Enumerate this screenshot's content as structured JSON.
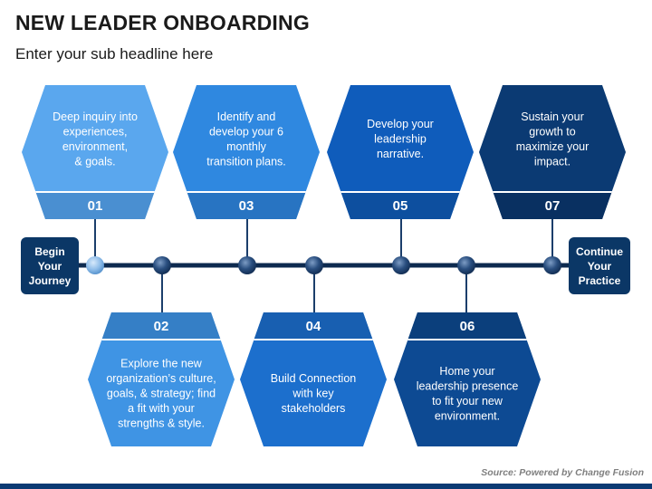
{
  "title": "NEW LEADER ONBOARDING",
  "subtitle": "Enter your sub headline here",
  "start": [
    "Begin",
    "Your",
    "Journey"
  ],
  "end": [
    "Continue",
    "Your",
    "Practice"
  ],
  "steps": [
    {
      "num": "01",
      "lines": [
        "Deep inquiry into",
        "experiences,",
        "environment,",
        "& goals."
      ],
      "position": "top",
      "body_color": "#5aa7ee",
      "tab_color": "#4a8fd1"
    },
    {
      "num": "02",
      "lines": [
        "Explore the new",
        "organization’s culture,",
        "goals, & strategy; find",
        "a fit with your",
        "strengths & style."
      ],
      "position": "bottom",
      "body_color": "#3f94e4",
      "tab_color": "#357fc6"
    },
    {
      "num": "03",
      "lines": [
        "Identify and",
        "develop your 6",
        "monthly",
        "transition plans."
      ],
      "position": "top",
      "body_color": "#2f88e0",
      "tab_color": "#2874c2"
    },
    {
      "num": "04",
      "lines": [
        "Build Connection",
        "with key",
        "stakeholders"
      ],
      "position": "bottom",
      "body_color": "#1c6fcd",
      "tab_color": "#185fb1"
    },
    {
      "num": "05",
      "lines": [
        "Develop your",
        "leadership",
        "narrative."
      ],
      "position": "top",
      "body_color": "#0f5cbb",
      "tab_color": "#0d4f9f"
    },
    {
      "num": "06",
      "lines": [
        "Home your",
        "leadership presence",
        "to fit your new",
        "environment."
      ],
      "position": "bottom",
      "body_color": "#0d4a93",
      "tab_color": "#0b3f7c"
    },
    {
      "num": "07",
      "lines": [
        "Sustain your",
        "growth to",
        "maximize your",
        "impact."
      ],
      "position": "top",
      "body_color": "#0b3a73",
      "tab_color": "#093061"
    }
  ],
  "colors": {
    "timeline": "#0d2a4f",
    "node": "#1b3e6b",
    "endcap": "#0b3766",
    "first_node": "#7fb4e6"
  },
  "source": "Source: Powered by Change Fusion"
}
